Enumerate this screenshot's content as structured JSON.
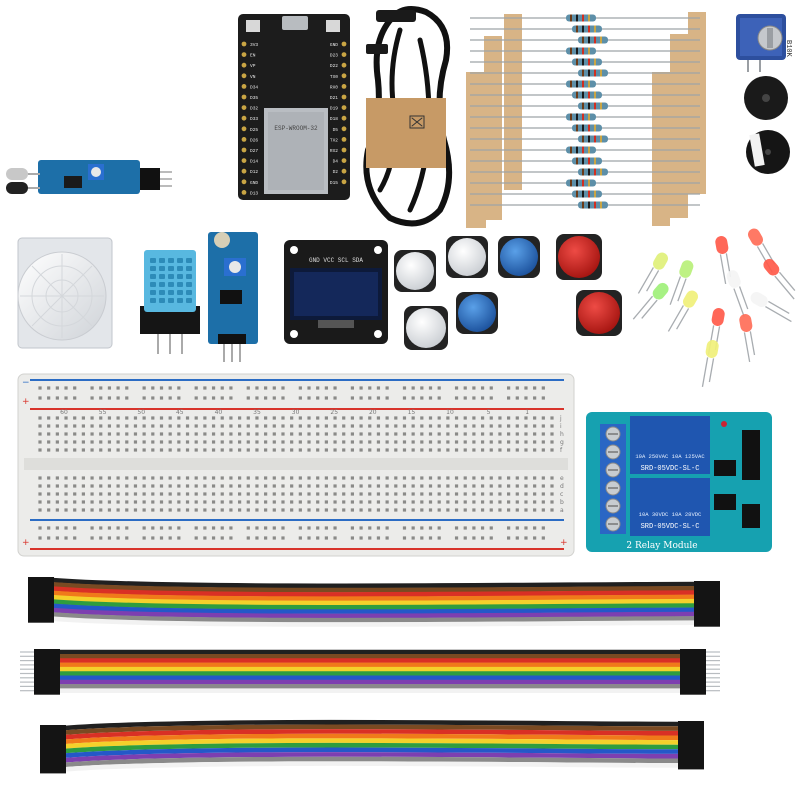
{
  "esp32": {
    "chip_label": "ESP-WROOM-32",
    "left_pins": [
      "3V3",
      "EN",
      "VP",
      "VN",
      "D34",
      "D35",
      "D32",
      "D33",
      "D25",
      "D26",
      "D27",
      "D14",
      "D12",
      "GND",
      "D13"
    ],
    "right_pins": [
      "GND",
      "D23",
      "D22",
      "TX0",
      "RX0",
      "D21",
      "D19",
      "D18",
      "D5",
      "TX2",
      "RX2",
      "D4",
      "D2",
      "D15"
    ]
  },
  "oled": {
    "pin_labels": "GND VCC SCL SDA"
  },
  "potentiometer": {
    "label": "B10K"
  },
  "relay": {
    "model_1": "SRD-05VDC-SL-C",
    "model_2": "SRD-05VDC-SL-C",
    "rating_1": "10A 250VAC  10A 125VAC",
    "rating_2": "10A 30VDC  10A 28VDC",
    "module_label": "2 Relay Module"
  },
  "breadboard": {
    "col_numbers": [
      "60",
      "55",
      "50",
      "45",
      "40",
      "35",
      "30",
      "25",
      "20",
      "15",
      "10",
      "5",
      "1"
    ],
    "row_letters_top": [
      "j",
      "i",
      "h",
      "g",
      "f"
    ],
    "row_letters_bottom": [
      "e",
      "d",
      "c",
      "b",
      "a"
    ]
  },
  "colors": {
    "pcb_black": "#1c1c1c",
    "pcb_blue": "#1d6fa8",
    "relay_teal": "#16a1b0",
    "breadboard": "#ececea",
    "rail_red": "#d8342c",
    "rail_blue": "#2b6cc4",
    "resistor_body": "#5d8fa8",
    "paper_tape": "#d8b486"
  },
  "wire_colors": [
    "#202020",
    "#7a4a22",
    "#d93025",
    "#f07a1a",
    "#f4d12b",
    "#2e9d3f",
    "#2458c8",
    "#7d3fb0",
    "#8a8a8a",
    "#f2f2f2"
  ]
}
